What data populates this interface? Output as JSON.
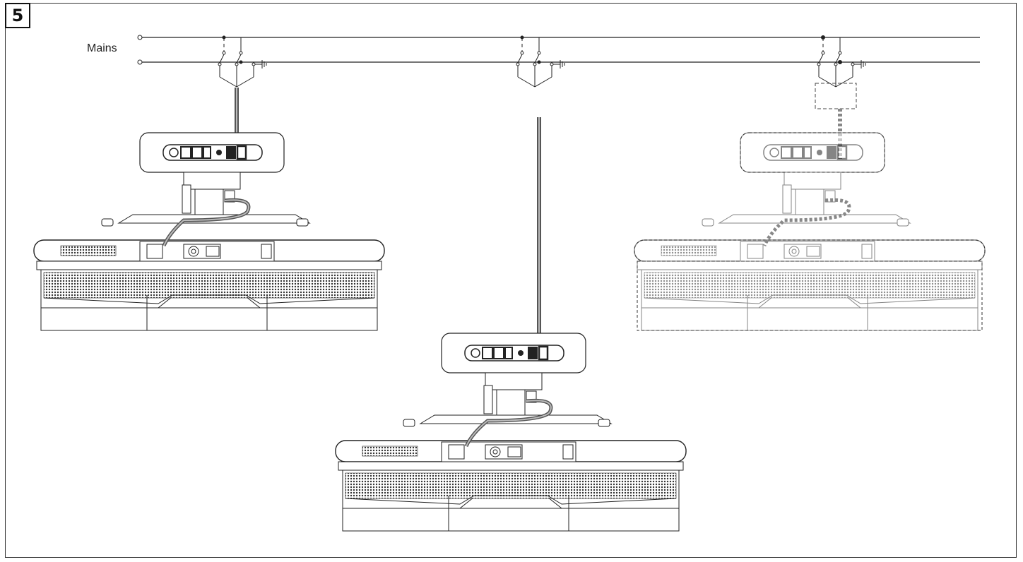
{
  "figure": {
    "step_number": "5",
    "mains_label": "Mains"
  },
  "fixtures": [
    {
      "id": "fixture-left",
      "style": "solid",
      "connection": "mains"
    },
    {
      "id": "fixture-center",
      "style": "solid",
      "connection": "mains"
    },
    {
      "id": "fixture-right",
      "style": "dashed",
      "connection": "mains"
    }
  ],
  "colors": {
    "line": "#222222",
    "cable": "#555555",
    "dashed": "#444444"
  }
}
